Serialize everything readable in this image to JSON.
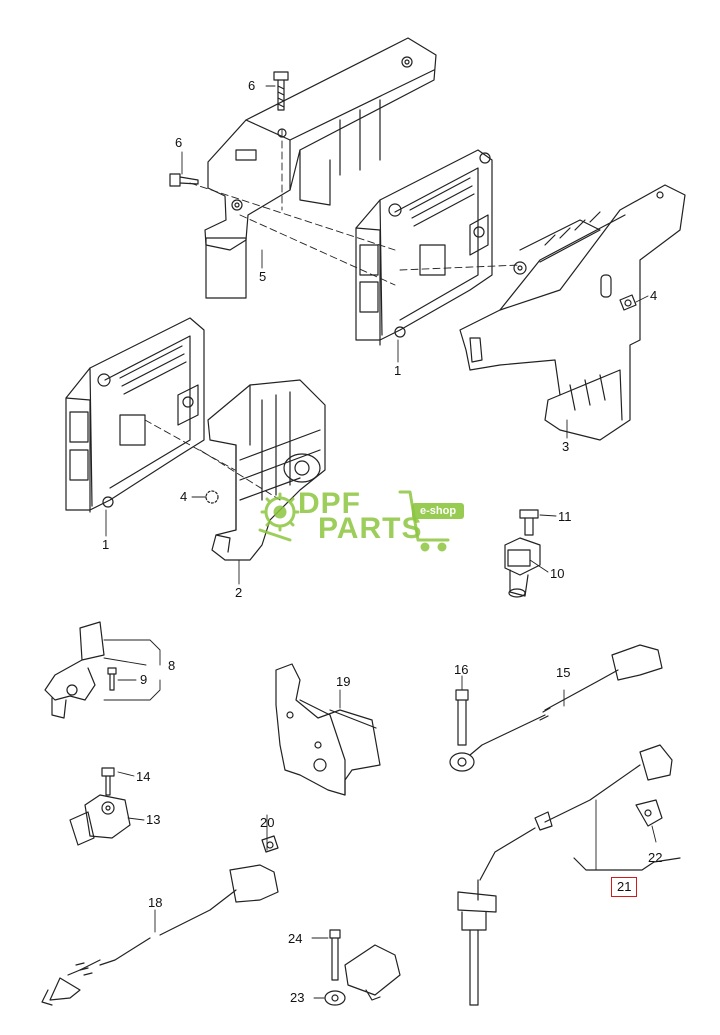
{
  "callouts": {
    "c1a": "1",
    "c1b": "1",
    "c2": "2",
    "c3": "3",
    "c4a": "4",
    "c4b": "4",
    "c5": "5",
    "c6a": "6",
    "c6b": "6",
    "c8": "8",
    "c9": "9",
    "c10": "10",
    "c11": "11",
    "c13": "13",
    "c14": "14",
    "c15": "15",
    "c16": "16",
    "c18": "18",
    "c19": "19",
    "c20": "20",
    "c21": "21",
    "c22": "22",
    "c23": "23",
    "c24": "24"
  },
  "watermark": {
    "brand_top": "DPF",
    "brand_bottom": "PARTS",
    "tag": "e-shop"
  },
  "colors": {
    "line": "#222222",
    "highlight_box": "#d11a1a",
    "watermark": "#8cc63f"
  },
  "icons": {
    "logo": "gear-cart-logo"
  }
}
